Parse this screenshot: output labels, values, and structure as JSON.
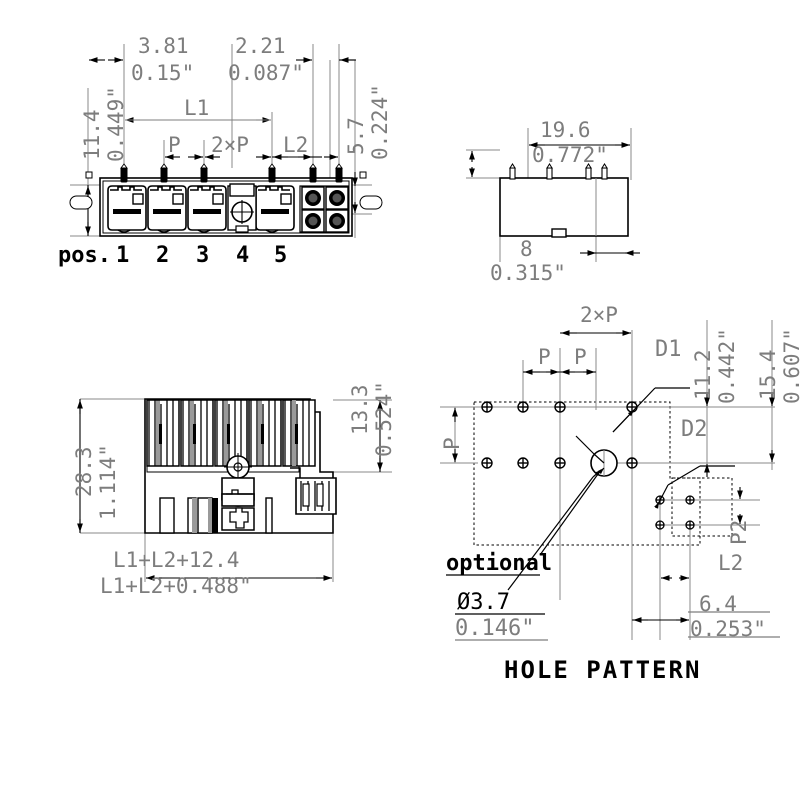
{
  "drawing": {
    "title": "HOLE PATTERN",
    "views": {
      "top_left": {
        "name": "front-view",
        "pos_label": "pos.",
        "positions": [
          "1",
          "2",
          "3",
          "4",
          "5"
        ],
        "dims": {
          "d_381": "3.81",
          "d_381_in": "0.15\"",
          "d_221": "2.21",
          "d_221_in": "0.087\"",
          "l1": "L1",
          "l2": "L2",
          "p": "P",
          "p2x": "2×P",
          "h_114": "11.4",
          "h_114_in": "0.449\"",
          "d_57": "5.7",
          "d_57_in": "0.224\""
        }
      },
      "top_right": {
        "name": "side-view",
        "dims": {
          "w_196": "19.6",
          "w_196_in": "0.772\"",
          "d_8": "8",
          "d_8_in": "0.315\""
        }
      },
      "bottom_left": {
        "name": "section-view",
        "dims": {
          "h_283": "28.3",
          "h_283_in": "1.114\"",
          "h_133": "13.3",
          "h_133_in": "0.524\"",
          "w_total": "L1+L2+12.4",
          "w_total_in": "L1+L2+0.488\""
        }
      },
      "bottom_right": {
        "name": "hole-pattern-view",
        "dims": {
          "p2x": "2×P",
          "p_a": "P",
          "p_b": "P",
          "p_left": "P",
          "d1": "D1",
          "d2": "D2",
          "p2": "P2",
          "l2": "L2",
          "h_112": "11.2",
          "h_112_in": "0.442\"",
          "h_154": "15.4",
          "h_154_in": "0.607\"",
          "d_64": "6.4",
          "d_64_in": "0.253\"",
          "optional": "optional",
          "dia_37": "Ø3.7",
          "dia_37_in": "0.146\""
        }
      }
    },
    "colors": {
      "line": "#000000",
      "dim_line": "#7d7d7d",
      "dim_text": "#7d7d7d",
      "black_text": "#000000",
      "fill": "#ffffff",
      "shade": "#9a9a9a"
    }
  }
}
